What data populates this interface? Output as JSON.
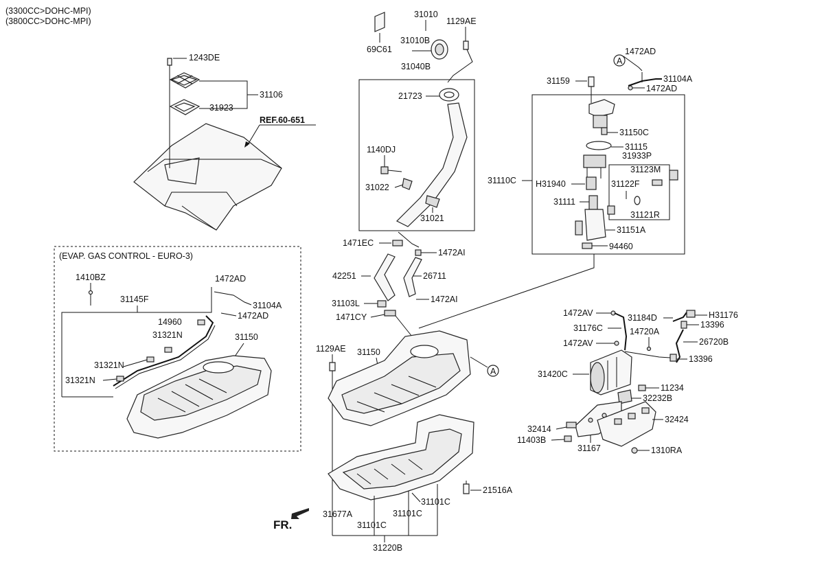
{
  "header": {
    "line1": "(3300CC>DOHC-MPI)",
    "line2": "(3800CC>DOHC-MPI)"
  },
  "labels": {
    "l_1243DE": "1243DE",
    "l_31106": "31106",
    "l_31923": "31923",
    "l_ref": "REF.60-651",
    "l_evap": "(EVAP. GAS CONTROL - EURO-3)",
    "l_1410BZ": "1410BZ",
    "l_1472AD_a": "1472AD",
    "l_31145F": "31145F",
    "l_31104A_a": "31104A",
    "l_1472AD_b": "1472AD",
    "l_14960": "14960",
    "l_31321N_a": "31321N",
    "l_31321N_b": "31321N",
    "l_31321N_c": "31321N",
    "l_31150_a": "31150",
    "l_69C61": "69C61",
    "l_31010": "31010",
    "l_31010B": "31010B",
    "l_1129AE_a": "1129AE",
    "l_31040B": "31040B",
    "l_21723": "21723",
    "l_1140DJ": "1140DJ",
    "l_31022": "31022",
    "l_31021": "31021",
    "l_1471EC": "1471EC",
    "l_1472AI_a": "1472AI",
    "l_42251": "42251",
    "l_26711": "26711",
    "l_31103L": "31103L",
    "l_1472AI_b": "1472AI",
    "l_1471CY": "1471CY",
    "l_1129AE_b": "1129AE",
    "l_31150_b": "31150",
    "l_A_mid": "A",
    "l_21516A": "21516A",
    "l_31101C_a": "31101C",
    "l_31677A": "31677A",
    "l_31101C_b": "31101C",
    "l_31101C_c": "31101C",
    "l_31220B": "31220B",
    "l_fr": "FR.",
    "l_A_top": "A",
    "l_1472AD_c": "1472AD",
    "l_31159": "31159",
    "l_31104A_b": "31104A",
    "l_1472AD_d": "1472AD",
    "l_31150C": "31150C",
    "l_31115": "31115",
    "l_31933P": "31933P",
    "l_31110C": "31110C",
    "l_31123M": "31123M",
    "l_H31940": "H31940",
    "l_31122F": "31122F",
    "l_31111": "31111",
    "l_31121R": "31121R",
    "l_31151A": "31151A",
    "l_94460": "94460",
    "l_1472AV_a": "1472AV",
    "l_31184D": "31184D",
    "l_H31176": "H31176",
    "l_31176C": "31176C",
    "l_13396_a": "13396",
    "l_1472AV_b": "1472AV",
    "l_14720A": "14720A",
    "l_26720B": "26720B",
    "l_13396_b": "13396",
    "l_31420C": "31420C",
    "l_11234": "11234",
    "l_32232B": "32232B",
    "l_32424": "32424",
    "l_32414": "32414",
    "l_11403B": "11403B",
    "l_31167": "31167",
    "l_1310RA": "1310RA"
  }
}
